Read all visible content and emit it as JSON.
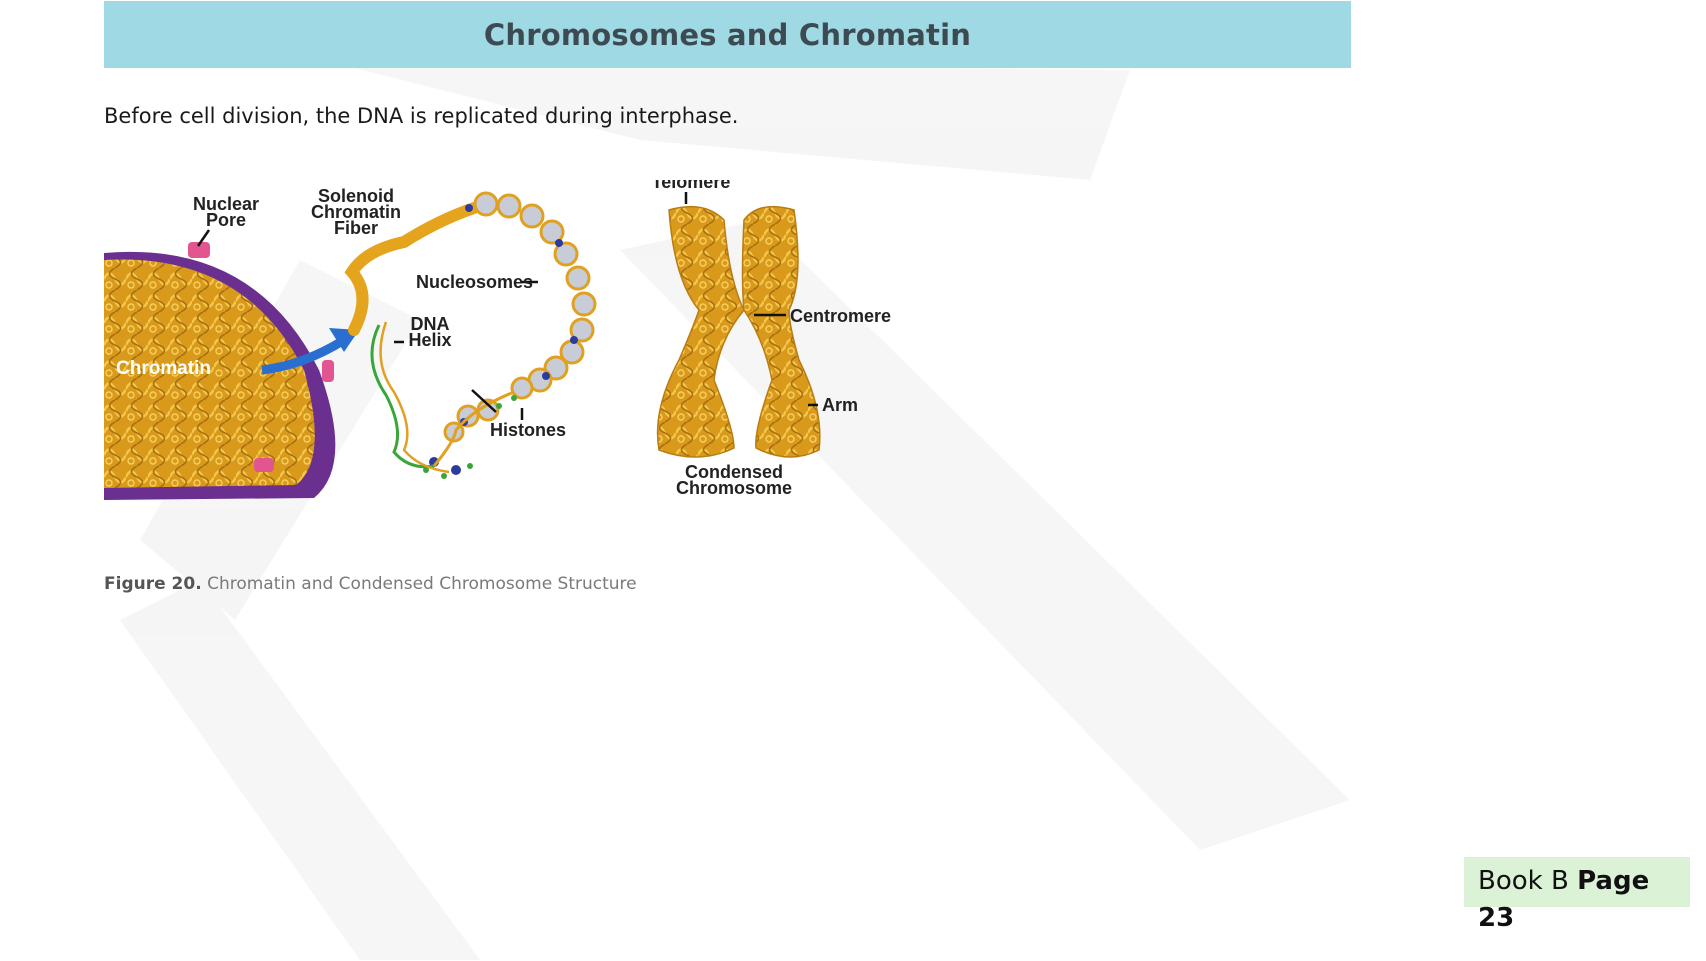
{
  "header": {
    "title": "Chromosomes and Chromatin"
  },
  "intro_text": "Before cell division, the DNA is replicated during interphase.",
  "figure": {
    "labels": {
      "nuclear_pore_1": "Nuclear",
      "nuclear_pore_2": "Pore",
      "solenoid_1": "Solenoid",
      "solenoid_2": "Chromatin",
      "solenoid_3": "Fiber",
      "telomere": "Telomere",
      "nucleosomes": "Nucleosomes",
      "dna_1": "DNA",
      "dna_2": "Helix",
      "chromatin": "Chromatin",
      "centromere": "Centromere",
      "arm": "Arm",
      "histones": "Histones",
      "condensed_1": "Condensed",
      "condensed_2": "Chromosome"
    },
    "caption_number": "Figure 20.",
    "caption_text": "Chromatin and Condensed Chromosome Structure"
  },
  "footer": {
    "book": "Book B",
    "page_label": "Page",
    "page_number": "23"
  },
  "colors": {
    "title_bar": "#9fd9e3",
    "book_box": "#dcf2d6",
    "chromatin": "#e0a020",
    "nucleus": "#7b3fa0",
    "arrow": "#2a6fd0"
  }
}
